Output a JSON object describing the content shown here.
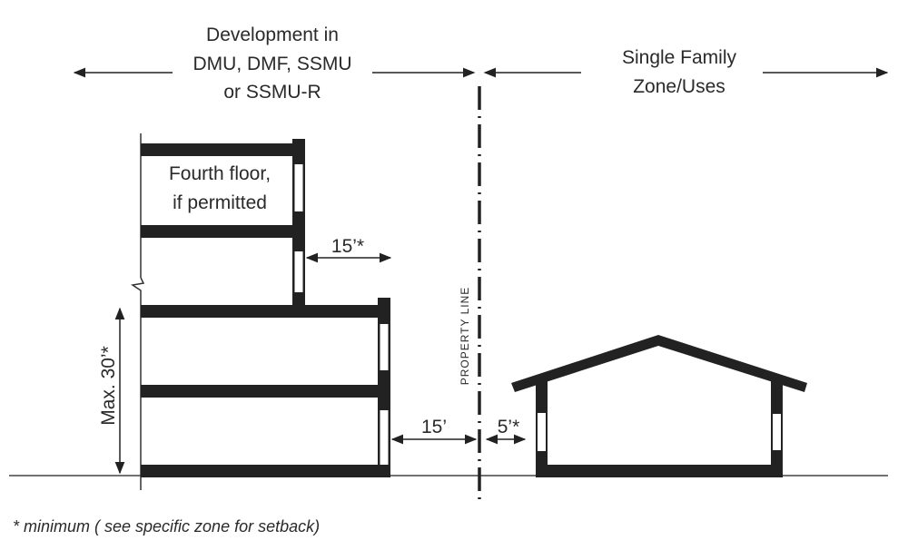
{
  "header_left": {
    "lines": [
      "Development in",
      "DMU, DMF, SSMU",
      "or SSMU-R"
    ]
  },
  "header_right": {
    "lines": [
      "Single Family",
      "Zone/Uses"
    ]
  },
  "fourth_floor_label": [
    "Fourth floor,",
    "if permitted"
  ],
  "dimensions": {
    "upper_stepback": "15’*",
    "max_height": "Max. 30’*",
    "rear_setback": "15’",
    "side_setback": "5’*"
  },
  "property_line_label": "PROPERTY LINE",
  "footnote": "* minimum ( see specific zone for setback)",
  "colors": {
    "ink": "#222222",
    "text": "#2a2a2a"
  }
}
